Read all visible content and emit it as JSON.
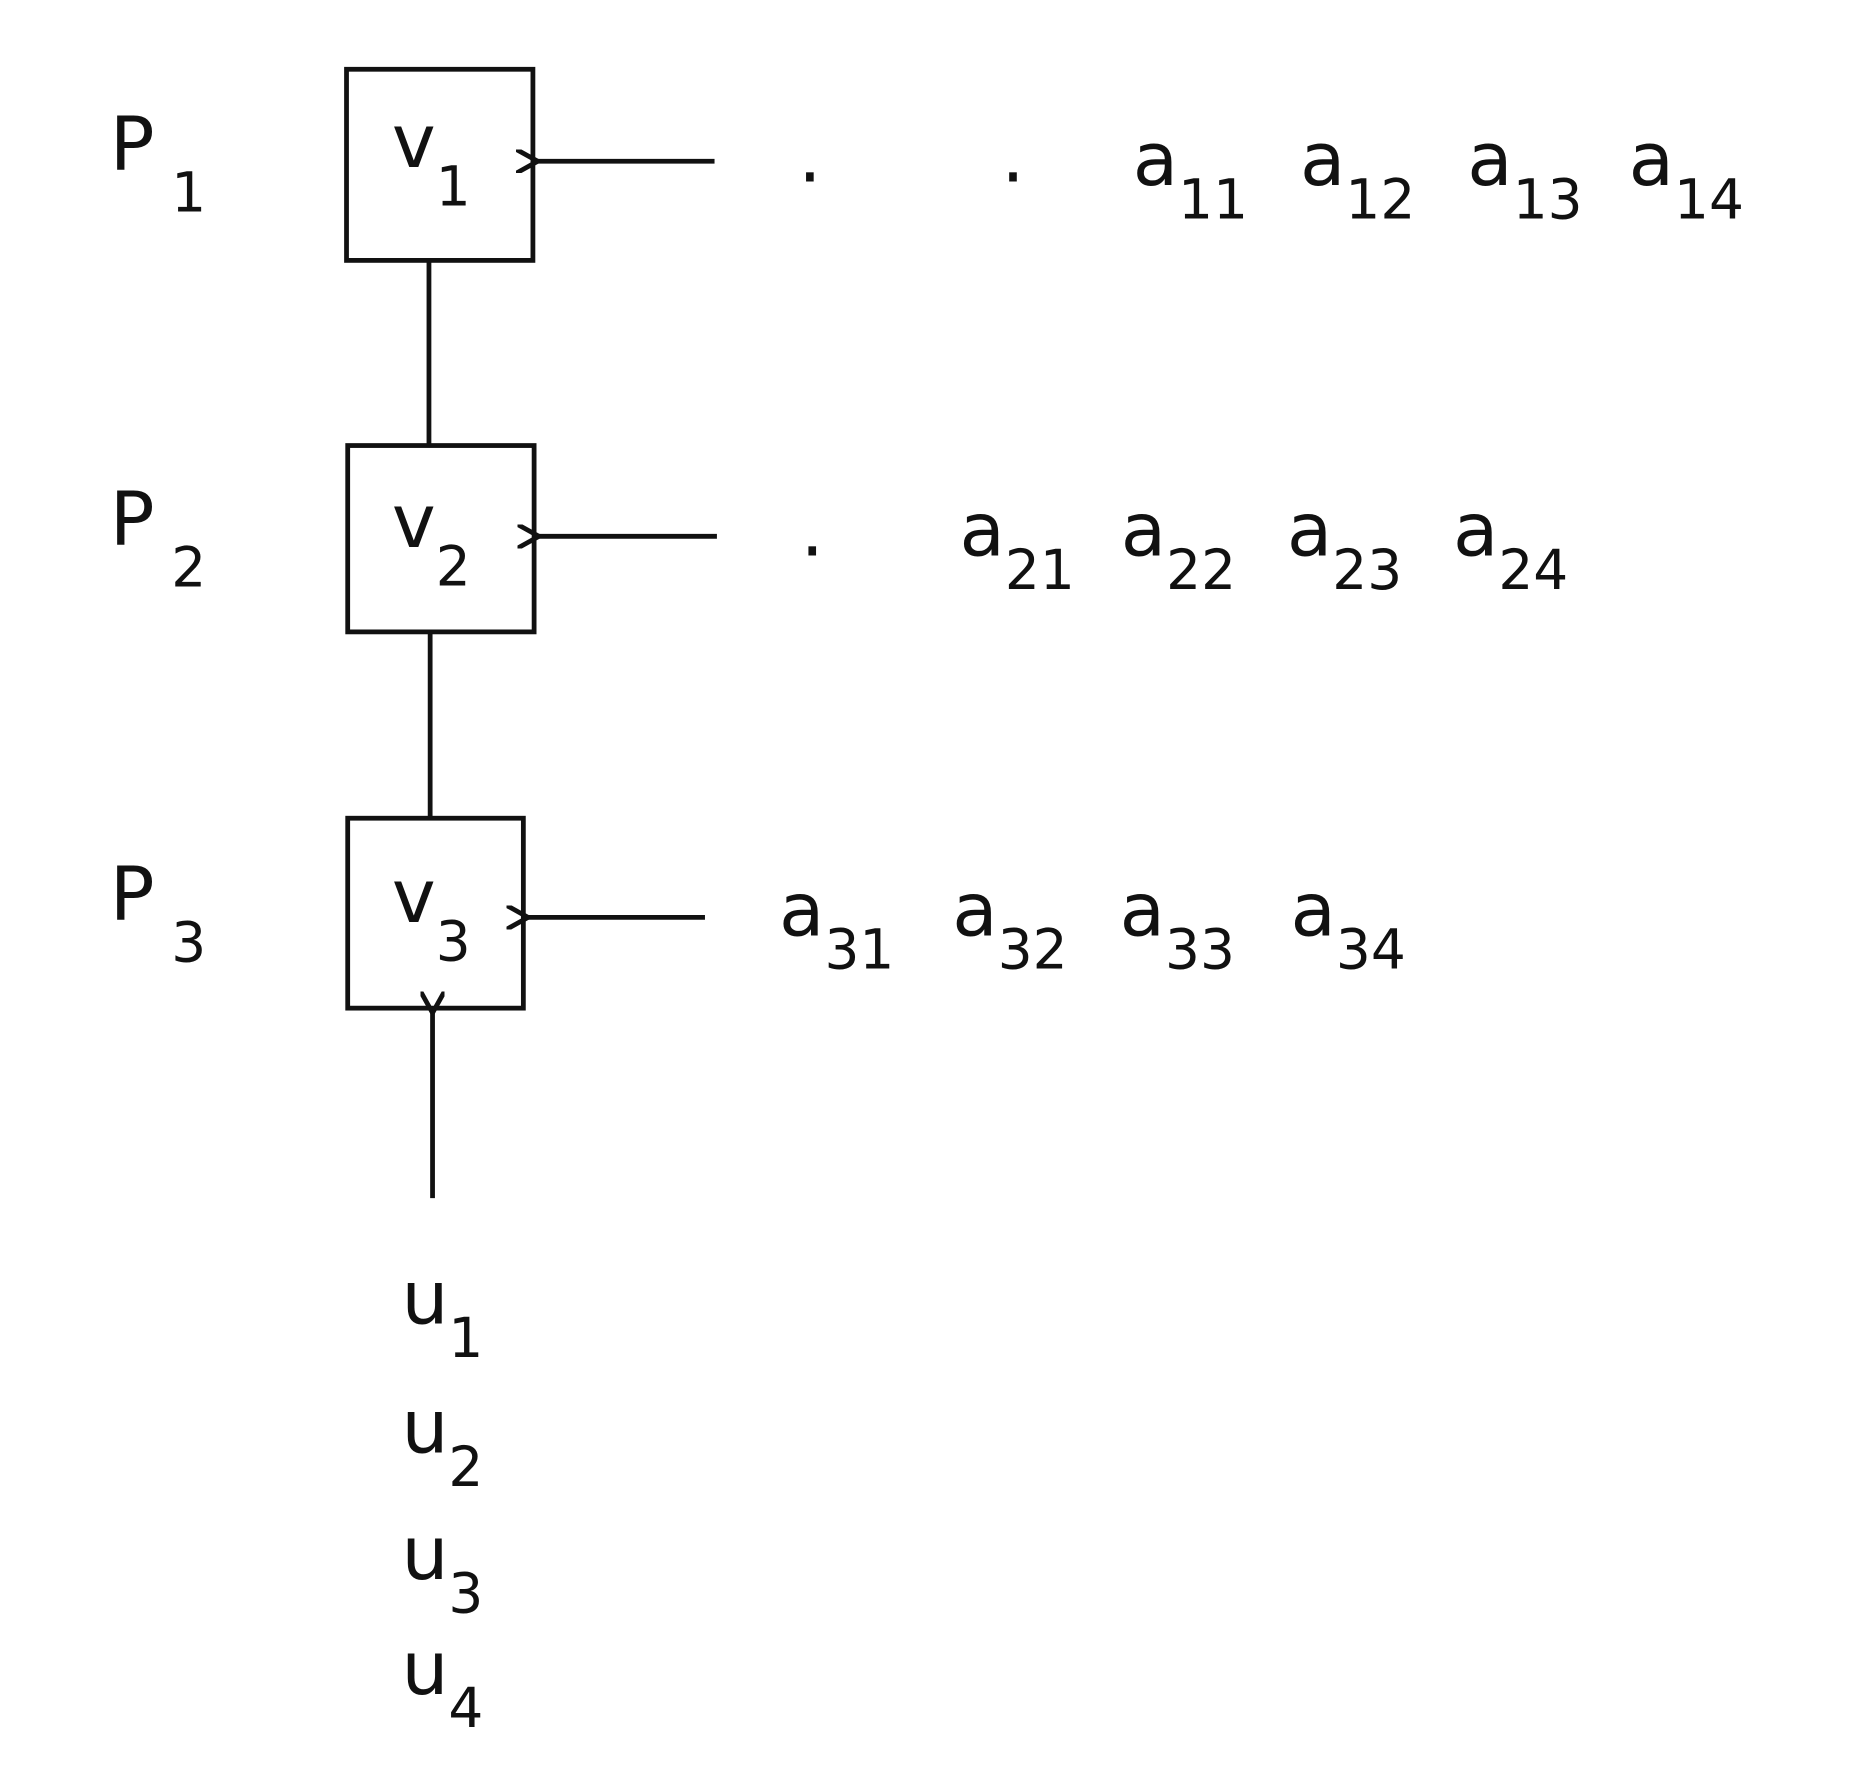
{
  "processors": [
    {
      "label": "P",
      "sub": "1",
      "node": "v",
      "node_sub": "1"
    },
    {
      "label": "P",
      "sub": "2",
      "node": "v",
      "node_sub": "2"
    },
    {
      "label": "P",
      "sub": "3",
      "node": "v",
      "node_sub": "3"
    }
  ],
  "rows": [
    {
      "leading_dots": [
        ".",
        "."
      ],
      "items": [
        {
          "base": "a",
          "sub": "11"
        },
        {
          "base": "a",
          "sub": "12"
        },
        {
          "base": "a",
          "sub": "13"
        },
        {
          "base": "a",
          "sub": "14"
        }
      ]
    },
    {
      "leading_dots": [
        "."
      ],
      "items": [
        {
          "base": "a",
          "sub": "21"
        },
        {
          "base": "a",
          "sub": "22"
        },
        {
          "base": "a",
          "sub": "23"
        },
        {
          "base": "a",
          "sub": "24"
        }
      ]
    },
    {
      "leading_dots": [],
      "items": [
        {
          "base": "a",
          "sub": "31"
        },
        {
          "base": "a",
          "sub": "32"
        },
        {
          "base": "a",
          "sub": "33"
        },
        {
          "base": "a",
          "sub": "34"
        }
      ]
    }
  ],
  "inputs": [
    {
      "base": "u",
      "sub": "1"
    },
    {
      "base": "u",
      "sub": "2"
    },
    {
      "base": "u",
      "sub": "3"
    },
    {
      "base": "u",
      "sub": "4"
    }
  ]
}
